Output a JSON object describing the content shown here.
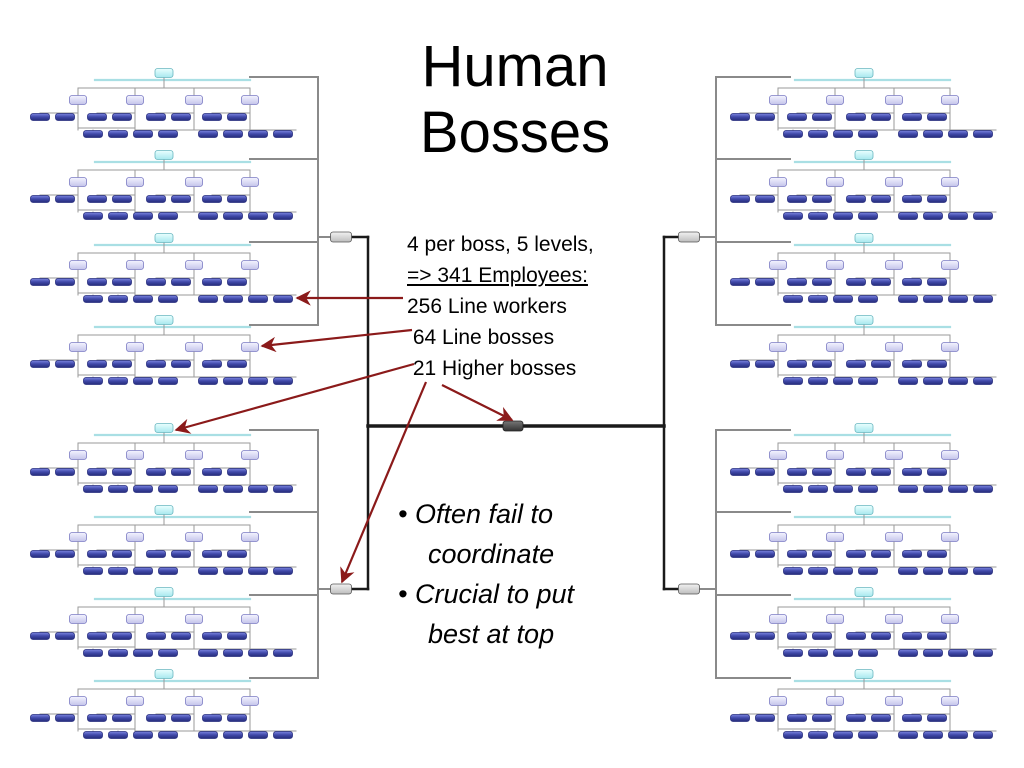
{
  "slide": {
    "title_line1": "Human",
    "title_line2": "Bosses"
  },
  "stats": {
    "line1": "4 per boss, 5 levels,",
    "line2": "=> 341 Employees:",
    "line3": "256 Line workers",
    "line4": " 64 Line bosses",
    "line5": " 21 Higher bosses"
  },
  "bullets": {
    "b1_line1": "• Often fail to",
    "b1_line2": "coordinate",
    "b2_line1": "• Crucial to put",
    "b2_line2": "best at top"
  },
  "colors": {
    "worker_fill": "#3f48a8",
    "line_boss_fill": "#d6d6f2",
    "higher_boss_fill": "#bff0f2",
    "connector": "#8a8a8a",
    "arrow": "#8b1a1a",
    "trunk": "#1a1a1a"
  }
}
